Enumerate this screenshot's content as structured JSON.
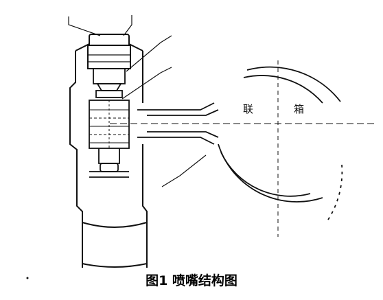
{
  "caption": "图1 喷嘴结构图",
  "labels": {
    "top_left": "",
    "top_right": "",
    "seal": "",
    "spring": "",
    "header_left": "联",
    "header_right": "箱",
    "bottom": ""
  },
  "colors": {
    "ink": "#111111",
    "background": "#ffffff"
  }
}
